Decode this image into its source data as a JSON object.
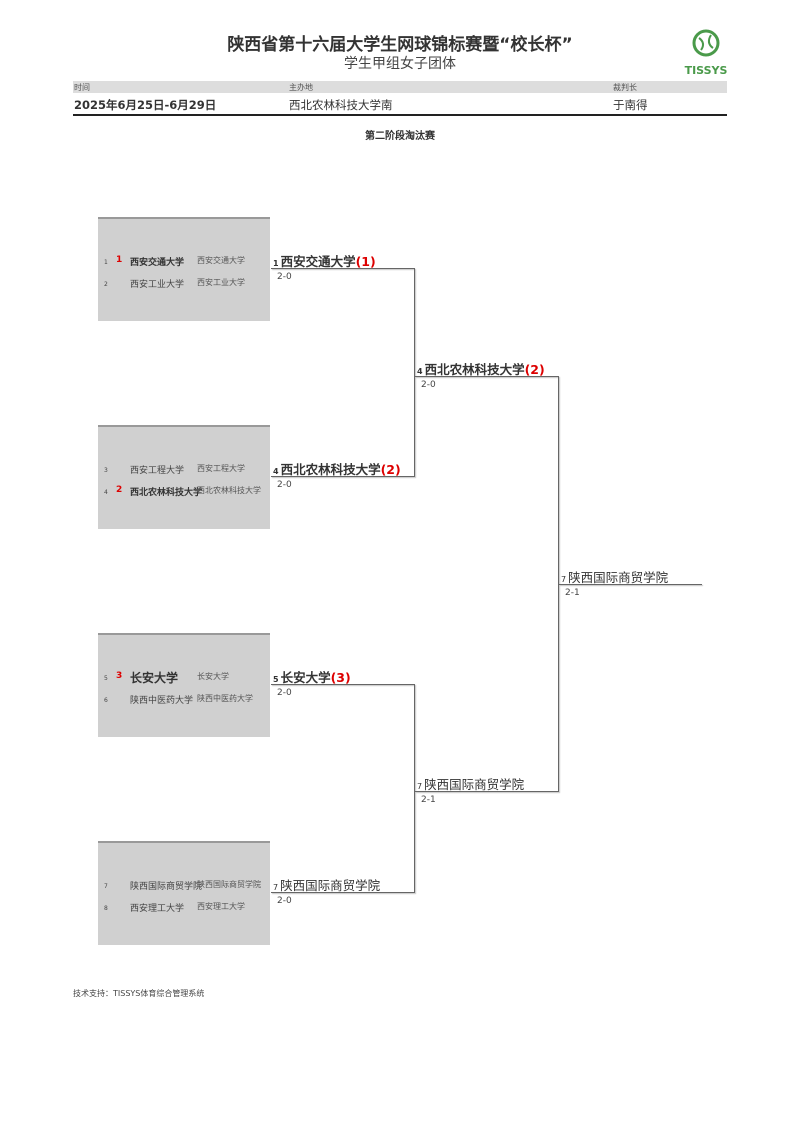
{
  "header": {
    "title": "陕西省第十六届大学生网球锦标赛暨“校长杯”",
    "subtitle": "学生甲组女子团体",
    "logo_text": "TISSYS"
  },
  "info": {
    "time_label": "时间",
    "time": "2025年6月25日-6月29日",
    "venue_label": "主办地",
    "venue": "西北农林科技大学南",
    "referee_label": "裁判长",
    "referee": "于南得"
  },
  "stage": "第二阶段淘汰赛",
  "draw": [
    {
      "rows": [
        {
          "pos": "1",
          "seed": "1",
          "name": "西安交通大学",
          "name2": "西安交通大学",
          "win": true
        },
        {
          "pos": "2",
          "seed": "",
          "name": "西安工业大学",
          "name2": "西安工业大学",
          "win": false
        }
      ]
    },
    {
      "rows": [
        {
          "pos": "3",
          "seed": "",
          "name": "西安工程大学",
          "name2": "西安工程大学",
          "win": false
        },
        {
          "pos": "4",
          "seed": "2",
          "name": "西北农林科技大学",
          "name2": "西北农林科技大学",
          "win": true
        }
      ]
    },
    {
      "rows": [
        {
          "pos": "5",
          "seed": "3",
          "name": "长安大学",
          "name2": "长安大学",
          "win": true
        },
        {
          "pos": "6",
          "seed": "",
          "name": "陕西中医药大学",
          "name2": "陕西中医药大学",
          "win": false
        }
      ]
    },
    {
      "rows": [
        {
          "pos": "7",
          "seed": "",
          "name": "陕西国际商贸学院",
          "name2": "陕西国际商贸学院",
          "win": false
        },
        {
          "pos": "8",
          "seed": "",
          "name": "西安理工大学",
          "name2": "西安理工大学",
          "win": false
        }
      ]
    }
  ],
  "round1": [
    {
      "pos": "1",
      "name": "西安交通大学",
      "seed": "(1)",
      "score": "2-0"
    },
    {
      "pos": "4",
      "name": "西北农林科技大学",
      "seed": "(2)",
      "score": "2-0"
    },
    {
      "pos": "5",
      "name": "长安大学",
      "seed": "(3)",
      "score": "2-0"
    },
    {
      "pos": "7",
      "name": "陕西国际商贸学院",
      "seed": "",
      "score": "2-0"
    }
  ],
  "round2": [
    {
      "pos": "4",
      "name": "西北农林科技大学",
      "seed": "(2)",
      "score": "2-0"
    },
    {
      "pos": "7",
      "name": "陕西国际商贸学院",
      "seed": "",
      "score": "2-1"
    }
  ],
  "final": {
    "pos": "7",
    "name": "陕西国际商贸学院",
    "score": "2-1"
  },
  "footer": "技术支持：TISSYS体育综合管理系统"
}
